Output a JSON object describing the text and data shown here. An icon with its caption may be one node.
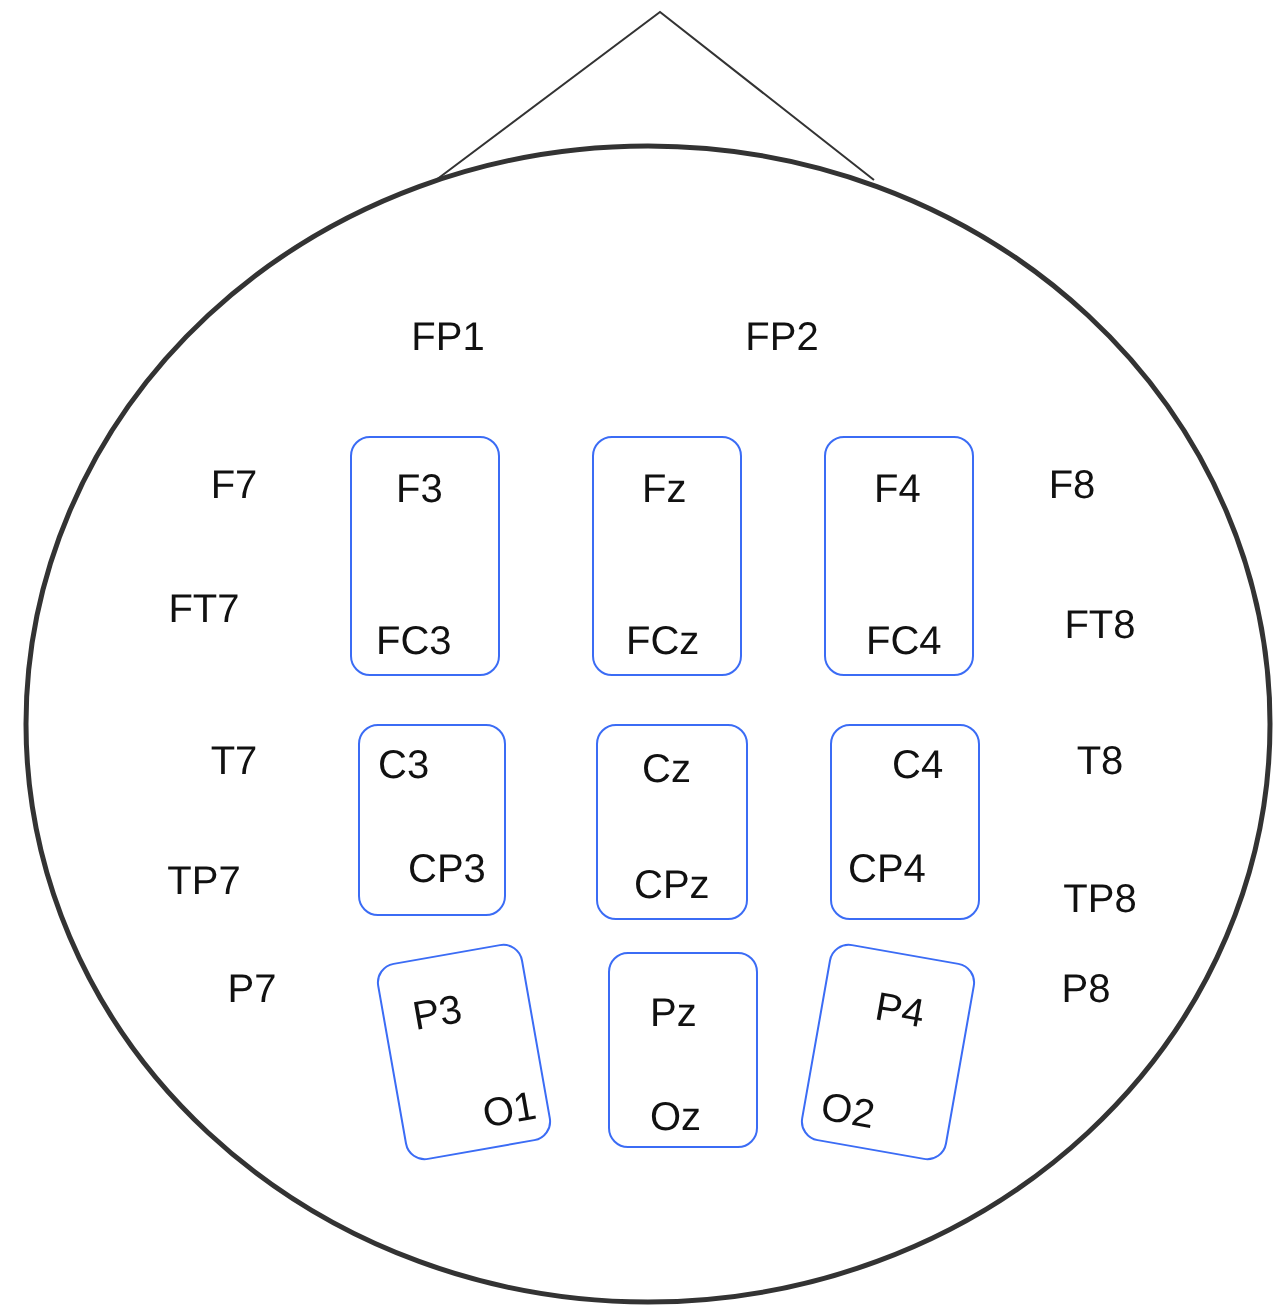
{
  "diagram": {
    "nodes": [
      {
        "text": [
          "F3",
          "FC3"
        ]
      },
      {
        "text": [
          "Fz",
          "FCz"
        ]
      },
      {
        "text": [
          "F4",
          "FC4"
        ]
      },
      {
        "text": [
          "C3",
          "CP3"
        ]
      },
      {
        "text": [
          "Cz",
          "CPz"
        ]
      },
      {
        "text": [
          "C4",
          "CP4"
        ]
      },
      {
        "text": [
          "P3",
          "O1"
        ]
      },
      {
        "text": [
          "Pz",
          "Oz"
        ]
      },
      {
        "text": [
          "P4",
          "O2"
        ]
      }
    ],
    "edges": [],
    "labels": [
      "FP1",
      "FP2",
      "F7",
      "F8",
      "FT7",
      "FT8",
      "T7",
      "T8",
      "TP7",
      "TP8",
      "P7",
      "P8"
    ]
  }
}
